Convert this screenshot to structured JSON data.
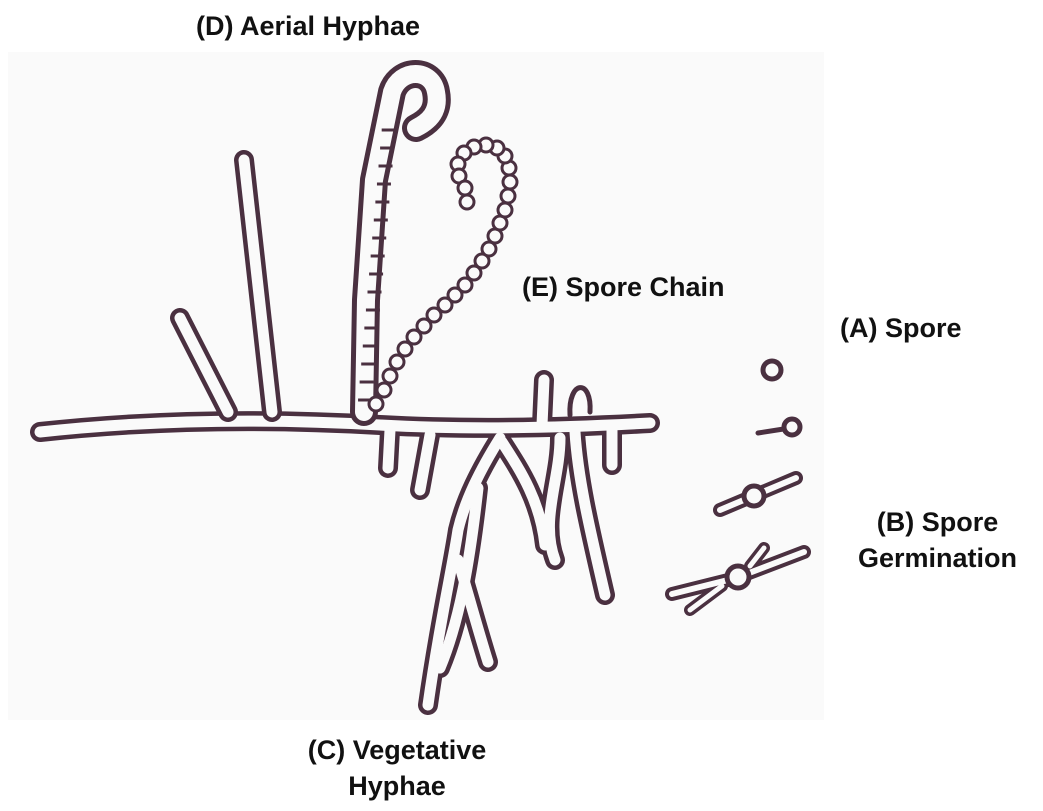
{
  "labels": {
    "aerial_hyphae": "(D) Aerial Hyphae",
    "spore_chain": "(E) Spore Chain",
    "spore": "(A) Spore",
    "spore_germination_line1": "(B) Spore",
    "spore_germination_line2": "Germination",
    "vegetative_hyphae_line1": "(C) Vegetative",
    "vegetative_hyphae_line2": "Hyphae"
  },
  "colors": {
    "ink": "#4a3040",
    "fill": "#fafafa",
    "label": "#111111"
  }
}
